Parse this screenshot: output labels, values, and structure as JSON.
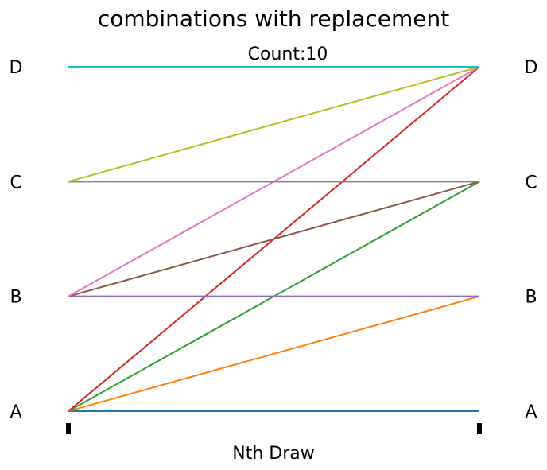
{
  "chart_data": {
    "type": "line",
    "title": "combinations with replacement",
    "subtitle": "Count:10",
    "xlabel": "Nth Draw",
    "ylabel": "",
    "categories": [
      "A",
      "B",
      "C",
      "D"
    ],
    "x": [
      1,
      2
    ],
    "xlim": [
      1,
      2
    ],
    "ylim": [
      0,
      3
    ],
    "grid": false,
    "legend": "none",
    "series": [
      {
        "values": [
          "A",
          "A"
        ],
        "color": "#1f77b4"
      },
      {
        "values": [
          "A",
          "B"
        ],
        "color": "#ff7f0e"
      },
      {
        "values": [
          "A",
          "C"
        ],
        "color": "#2ca02c"
      },
      {
        "values": [
          "A",
          "D"
        ],
        "color": "#d62728"
      },
      {
        "values": [
          "B",
          "B"
        ],
        "color": "#9467bd"
      },
      {
        "values": [
          "B",
          "C"
        ],
        "color": "#8c564b"
      },
      {
        "values": [
          "B",
          "D"
        ],
        "color": "#e377c2"
      },
      {
        "values": [
          "C",
          "C"
        ],
        "color": "#7f7f7f"
      },
      {
        "values": [
          "C",
          "D"
        ],
        "color": "#bcbd22"
      },
      {
        "values": [
          "D",
          "D"
        ],
        "color": "#17becf"
      }
    ]
  }
}
